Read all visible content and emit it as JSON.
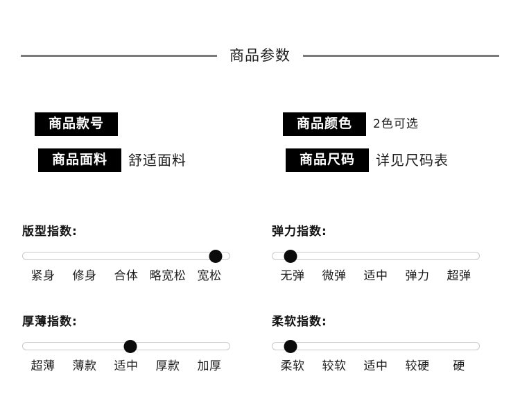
{
  "section": {
    "title": "商品参数"
  },
  "params": [
    {
      "label": "商品款号",
      "value": "",
      "column": "left",
      "row": 1
    },
    {
      "label": "商品面料",
      "value": "舒适面料",
      "column": "left",
      "row": 2
    },
    {
      "label": "商品颜色",
      "value": "2色可选",
      "column": "right",
      "row": 1
    },
    {
      "label": "商品尺码",
      "value": "详见尺码表",
      "column": "right",
      "row": 2
    }
  ],
  "sliders": [
    {
      "heading": "版型指数:",
      "options": [
        "紧身",
        "修身",
        "合体",
        "略宽松",
        "宽松"
      ],
      "selected_index": 4,
      "selected_label": "宽松",
      "knob_percent": 93
    },
    {
      "heading": "弹力指数:",
      "options": [
        "无弹",
        "微弹",
        "适中",
        "弹力",
        "超弹"
      ],
      "selected_index": 0,
      "selected_label": "无弹",
      "knob_percent": 9
    },
    {
      "heading": "厚薄指数:",
      "options": [
        "超薄",
        "薄款",
        "适中",
        "厚款",
        "加厚"
      ],
      "selected_index": 2,
      "selected_label": "适中",
      "knob_percent": 52
    },
    {
      "heading": "柔软指数:",
      "options": [
        "柔软",
        "较软",
        "适中",
        "较硬",
        "硬"
      ],
      "selected_index": 0,
      "selected_label": "柔软",
      "knob_percent": 9
    }
  ],
  "colors": {
    "tag_background": "#000000",
    "tag_text": "#ffffff",
    "knob": "#0b0b0b",
    "track_border": "#c9c9c9",
    "rule": "#7a7a7a",
    "text": "#1c1c1c",
    "page_background": "#ffffff"
  }
}
